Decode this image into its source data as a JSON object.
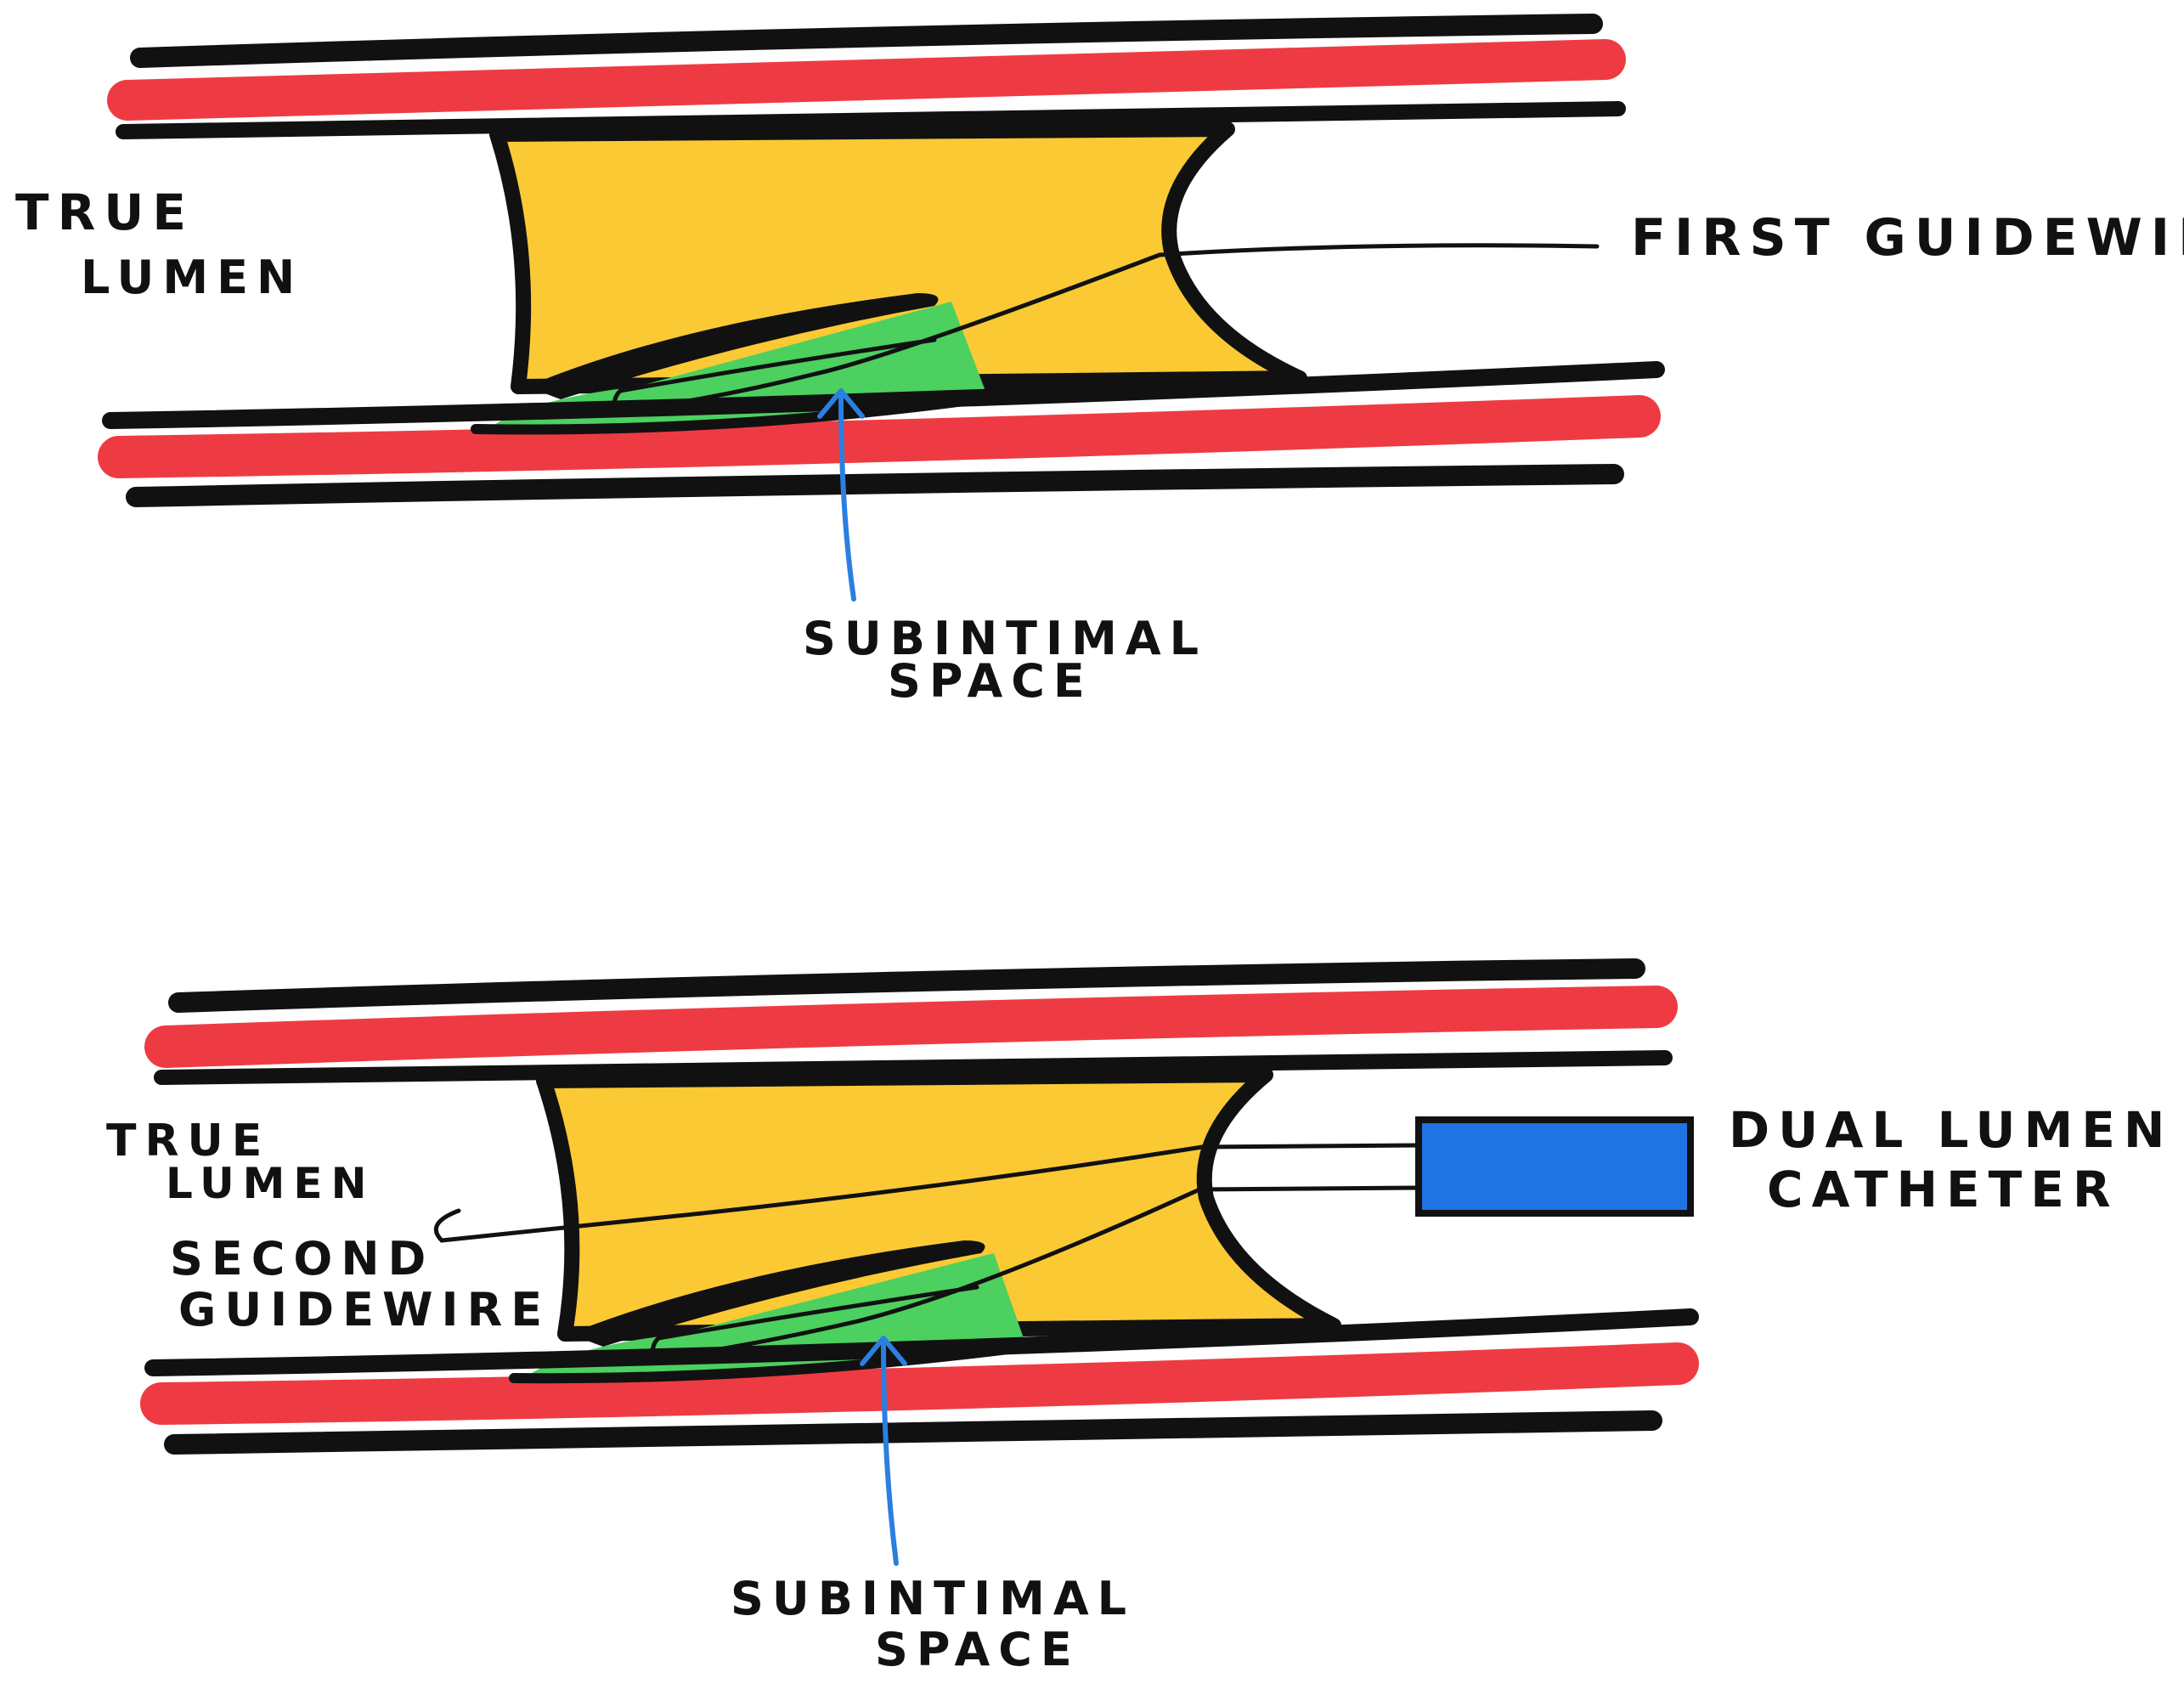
{
  "colors": {
    "vessel_wall": "#ee3b43",
    "outline": "#111111",
    "plaque": "#fbc934",
    "subintimal": "#4cd05f",
    "arrow": "#2b7fe0",
    "catheter": "#1f73e3"
  },
  "panel_top": {
    "true_lumen": [
      "TRUE",
      "LUMEN"
    ],
    "first_guidewire": "FIRST GUIDEWIRE",
    "subintimal_space": [
      "SUBINTIMAL",
      "SPACE"
    ]
  },
  "panel_bottom": {
    "true_lumen": [
      "TRUE",
      "LUMEN"
    ],
    "second_guidewire": [
      "SECOND",
      "GUIDEWIRE"
    ],
    "dual_lumen_catheter": [
      "DUAL LUMEN",
      "CATHETER"
    ],
    "subintimal_space": [
      "SUBINTIMAL",
      "SPACE"
    ]
  }
}
